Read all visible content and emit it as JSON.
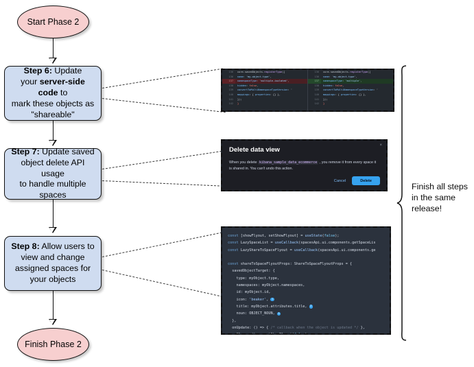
{
  "flow": {
    "start": {
      "label": "Start Phase 2"
    },
    "finish": {
      "label": "Finish Phase 2"
    },
    "steps": [
      {
        "id": "step-6",
        "prefix": "Step 6:",
        "text_1": " Update",
        "text_2": "your ",
        "emphasis": "server-side code",
        "text_3": " to",
        "text_4": "mark these objects as",
        "text_5": "\"shareable\""
      },
      {
        "id": "step-7",
        "prefix": "Step 7:",
        "text_1": " Update saved",
        "text_2": "object delete API usage",
        "text_3": "to handle multiple spaces"
      },
      {
        "id": "step-8",
        "prefix": "Step 8:",
        "text_1": " Allow users to",
        "text_2": "view and change",
        "text_3": "assigned spaces for",
        "text_4": "your objects"
      }
    ]
  },
  "annotation": {
    "line_1": "Finish all steps",
    "line_2": "in the same",
    "line_3": "release!"
  },
  "screenshot_diff": {
    "name": "code-diff-screenshot",
    "left": {
      "rows": [
        {
          "num": "136",
          "state": "ctx",
          "tokens": [
            {
              "t": "core",
              "c": "k-punc"
            },
            {
              "t": ".",
              "c": "k-punc"
            },
            {
              "t": "savedObjects",
              "c": "k-punc"
            },
            {
              "t": ".",
              "c": "k-punc"
            },
            {
              "t": "registerType",
              "c": "k-fn"
            },
            {
              "t": "({",
              "c": "k-punc"
            }
          ]
        },
        {
          "num": "136",
          "state": "ctx",
          "tokens": [
            {
              "t": "  name",
              "c": "k-prop"
            },
            {
              "t": ": ",
              "c": "k-punc"
            },
            {
              "t": "'my-object-type'",
              "c": "k-str"
            },
            {
              "t": ",",
              "c": "k-punc"
            }
          ]
        },
        {
          "num": "137",
          "state": "del",
          "tokens": [
            {
              "t": "  namespaceType",
              "c": "k-prop"
            },
            {
              "t": ": ",
              "c": "k-punc"
            },
            {
              "t": "'multiple-isolated'",
              "c": "k-str"
            },
            {
              "t": ",",
              "c": "k-punc"
            }
          ]
        },
        {
          "num": "138",
          "state": "ctx",
          "tokens": [
            {
              "t": "  hidden",
              "c": "k-prop"
            },
            {
              "t": ": ",
              "c": "k-punc"
            },
            {
              "t": "false",
              "c": "k-kw"
            },
            {
              "t": ",",
              "c": "k-punc"
            }
          ]
        },
        {
          "num": "139",
          "state": "ctx",
          "tokens": [
            {
              "t": "  convertToMultiNamespaceTypeVersion",
              "c": "k-prop"
            },
            {
              "t": ": '",
              "c": "k-punc"
            }
          ]
        },
        {
          "num": "140",
          "state": "ctx",
          "tokens": [
            {
              "t": "  mappings",
              "c": "k-prop"
            },
            {
              "t": ": { ",
              "c": "k-punc"
            },
            {
              "t": "properties",
              "c": "k-prop"
            },
            {
              "t": ": {} },",
              "c": "k-punc"
            }
          ]
        },
        {
          "num": "141",
          "state": "ctx",
          "tokens": [
            {
              "t": "  });",
              "c": "k-punc"
            }
          ]
        },
        {
          "num": "142",
          "state": "ctx",
          "tokens": [
            {
              "t": "}",
              "c": "k-kw"
            }
          ]
        }
      ]
    },
    "right": {
      "rows": [
        {
          "num": "136",
          "state": "ctx",
          "tokens": [
            {
              "t": "core",
              "c": "k-punc"
            },
            {
              "t": ".",
              "c": "k-punc"
            },
            {
              "t": "savedObjects",
              "c": "k-punc"
            },
            {
              "t": ".",
              "c": "k-punc"
            },
            {
              "t": "registerType",
              "c": "k-fn"
            },
            {
              "t": "({",
              "c": "k-punc"
            }
          ]
        },
        {
          "num": "136",
          "state": "ctx",
          "tokens": [
            {
              "t": "  name",
              "c": "k-prop"
            },
            {
              "t": ": ",
              "c": "k-punc"
            },
            {
              "t": "'my-object-type'",
              "c": "k-str"
            },
            {
              "t": ",",
              "c": "k-punc"
            }
          ]
        },
        {
          "num": "137",
          "state": "add",
          "tokens": [
            {
              "t": "  namespaceType",
              "c": "k-prop"
            },
            {
              "t": ": ",
              "c": "k-punc"
            },
            {
              "t": "'multiple'",
              "c": "k-str"
            },
            {
              "t": ",",
              "c": "k-punc"
            }
          ]
        },
        {
          "num": "138",
          "state": "ctx",
          "tokens": [
            {
              "t": "  hidden",
              "c": "k-prop"
            },
            {
              "t": ": ",
              "c": "k-punc"
            },
            {
              "t": "false",
              "c": "k-kw"
            },
            {
              "t": ",",
              "c": "k-punc"
            }
          ]
        },
        {
          "num": "139",
          "state": "ctx",
          "tokens": [
            {
              "t": "  convertToMultiNamespaceTypeVersion",
              "c": "k-prop"
            },
            {
              "t": ": '",
              "c": "k-punc"
            }
          ]
        },
        {
          "num": "140",
          "state": "ctx",
          "tokens": [
            {
              "t": "  mappings",
              "c": "k-prop"
            },
            {
              "t": ": { ",
              "c": "k-punc"
            },
            {
              "t": "properties",
              "c": "k-prop"
            },
            {
              "t": ": {} },",
              "c": "k-punc"
            }
          ]
        },
        {
          "num": "141",
          "state": "ctx",
          "tokens": [
            {
              "t": "  });",
              "c": "k-punc"
            }
          ]
        },
        {
          "num": "142",
          "state": "ctx",
          "tokens": [
            {
              "t": "}",
              "c": "k-kw"
            }
          ]
        }
      ]
    }
  },
  "screenshot_modal": {
    "name": "delete-data-view-modal",
    "title": "Delete data view",
    "close_icon": "×",
    "body_before": "When you delete ",
    "body_code": "kibana_sample_data_ecommerce",
    "body_after": " , you remove it from every space it is shared in. You can't undo this action.",
    "cancel_label": "Cancel",
    "delete_label": "Delete"
  },
  "screenshot_code": {
    "name": "share-to-space-flyout-code",
    "lines": [
      [
        {
          "t": "const",
          "c": "t-kw"
        },
        {
          "t": " [showFlyout, setShowFlyout] = ",
          "c": "t-plain"
        },
        {
          "t": "useState",
          "c": "t-fn"
        },
        {
          "t": "(",
          "c": "t-plain"
        },
        {
          "t": "false",
          "c": "t-bool"
        },
        {
          "t": ");",
          "c": "t-plain"
        }
      ],
      [
        {
          "t": "const",
          "c": "t-kw"
        },
        {
          "t": " LazySpaceList = ",
          "c": "t-plain"
        },
        {
          "t": "useCallback",
          "c": "t-fn"
        },
        {
          "t": "(spacesApi.ui.components.getSpaceLis",
          "c": "t-plain"
        }
      ],
      [
        {
          "t": "const",
          "c": "t-kw"
        },
        {
          "t": " LazyShareToSpaceFlyout = ",
          "c": "t-plain"
        },
        {
          "t": "useCallback",
          "c": "t-fn"
        },
        {
          "t": "(spacesApi.ui.components.ge",
          "c": "t-plain"
        }
      ],
      [],
      [
        {
          "t": "const",
          "c": "t-kw"
        },
        {
          "t": " shareToSpaceFlyoutProps: ShareToSpaceFlyoutProps = {",
          "c": "t-plain"
        }
      ],
      [
        {
          "t": "  savedObjectTarget: {",
          "c": "t-plain"
        }
      ],
      [
        {
          "t": "    type: myObject.type,",
          "c": "t-plain"
        }
      ],
      [
        {
          "t": "    namespaces: myObject.namespaces,",
          "c": "t-plain"
        }
      ],
      [
        {
          "t": "    id: myObject.id,",
          "c": "t-plain"
        }
      ],
      [
        {
          "t": "    icon: ",
          "c": "t-plain"
        },
        {
          "t": "'beaker'",
          "c": "t-str"
        },
        {
          "t": ", ",
          "c": "t-plain"
        },
        {
          "t": "1",
          "c": "badge"
        }
      ],
      [
        {
          "t": "    title: myObject.attributes.title, ",
          "c": "t-plain"
        },
        {
          "t": "2",
          "c": "badge"
        }
      ],
      [
        {
          "t": "    noun: OBJECT_NOUN, ",
          "c": "t-plain"
        },
        {
          "t": "3",
          "c": "badge"
        }
      ],
      [
        {
          "t": "  },",
          "c": "t-plain"
        }
      ],
      [
        {
          "t": "  onUpdate: () => { ",
          "c": "t-plain"
        },
        {
          "t": "/* callback when the object is updated */",
          "c": "t-com"
        },
        {
          "t": " },",
          "c": "t-plain"
        }
      ],
      [
        {
          "t": "  onClose: () => setShowFlyout(",
          "c": "t-plain"
        },
        {
          "t": "false",
          "c": "t-bool"
        },
        {
          "t": "),",
          "c": "t-plain"
        }
      ],
      [
        {
          "t": "};",
          "c": "t-plain"
        }
      ]
    ]
  },
  "colors": {
    "process_fill": "#cfdcf0",
    "terminator_fill": "#f7cfcf",
    "stroke": "#0f0f0f",
    "diff_add": "#1f3a24",
    "diff_del": "#4a1f23",
    "accent_button": "#36a2ef"
  }
}
